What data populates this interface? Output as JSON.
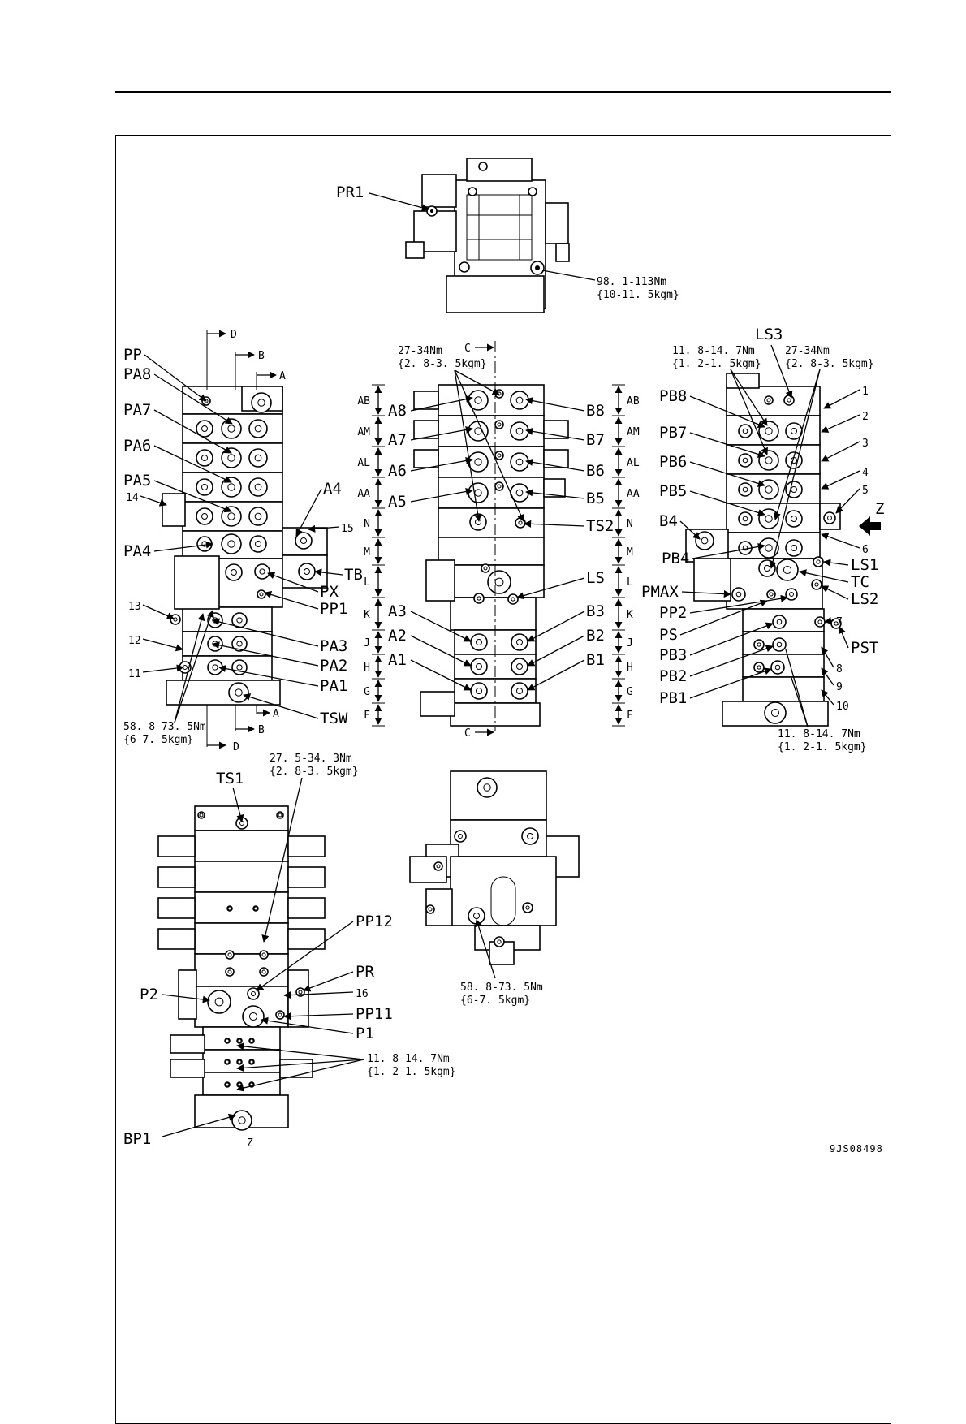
{
  "figure_ref": "9JS08498",
  "view_label_z": "Z",
  "top_view": {
    "pr1": "PR1",
    "torque_98": "98. 1-113Nm",
    "torque_98_kgm": "{10-11. 5kgm}"
  },
  "left_view": {
    "labels": [
      "PP",
      "PA8",
      "PA7",
      "PA6",
      "PA5",
      "14",
      "PA4",
      "13",
      "12",
      "11"
    ],
    "right_labels": [
      "A4",
      "15",
      "TB",
      "PX",
      "PP1",
      "PA3",
      "PA2",
      "PA1",
      "TSW"
    ],
    "section_d": "D",
    "section_b": "B",
    "section_a": "A",
    "torque": "58. 8-73. 5Nm",
    "torque_kgm": "{6-7. 5kgm}"
  },
  "center_view": {
    "section_c": "C",
    "torque": "27-34Nm",
    "torque_kgm": "{2. 8-3. 5kgm}",
    "a_ports": [
      "A8",
      "A7",
      "A6",
      "A5",
      "A3",
      "A2",
      "A1"
    ],
    "b_ports": [
      "B8",
      "B7",
      "B6",
      "B5",
      "TS2",
      "LS",
      "B3",
      "B2",
      "B1"
    ],
    "sections": [
      "AB",
      "AM",
      "AL",
      "AA",
      "N",
      "M",
      "L",
      "K",
      "J",
      "H",
      "G",
      "F"
    ]
  },
  "right_view": {
    "ls3": "LS3",
    "torque_small": "11. 8-14. 7Nm",
    "torque_small_kgm": "{1. 2-1. 5kgm}",
    "torque_large": "27-34Nm",
    "torque_large_kgm": "{2. 8-3. 5kgm}",
    "left_labels": [
      "PB8",
      "PB7",
      "PB6",
      "PB5",
      "B4",
      "PB4",
      "PMAX",
      "PP2",
      "PS",
      "PB3",
      "PB2",
      "PB1"
    ],
    "right_labels": [
      "1",
      "2",
      "3",
      "4",
      "5",
      "6",
      "LS1",
      "TC",
      "LS2",
      "7",
      "PST",
      "8",
      "9",
      "10"
    ],
    "torque_bottom": "11. 8-14. 7Nm",
    "torque_bottom_kgm": "{1. 2-1. 5kgm}"
  },
  "bottom_left_view": {
    "ts1": "TS1",
    "torque_top": "27. 5-34. 3Nm",
    "torque_top_kgm": "{2. 8-3. 5kgm}",
    "labels_left": [
      "P2"
    ],
    "labels_right": [
      "PP12",
      "PR",
      "16",
      "PP11",
      "P1"
    ],
    "torque_mid": "11. 8-14. 7Nm",
    "torque_mid_kgm": "{1. 2-1. 5kgm}",
    "bp1": "BP1",
    "z": "Z"
  },
  "bottom_center_view": {
    "torque": "58. 8-73. 5Nm",
    "torque_kgm": "{6-7. 5kgm}"
  }
}
